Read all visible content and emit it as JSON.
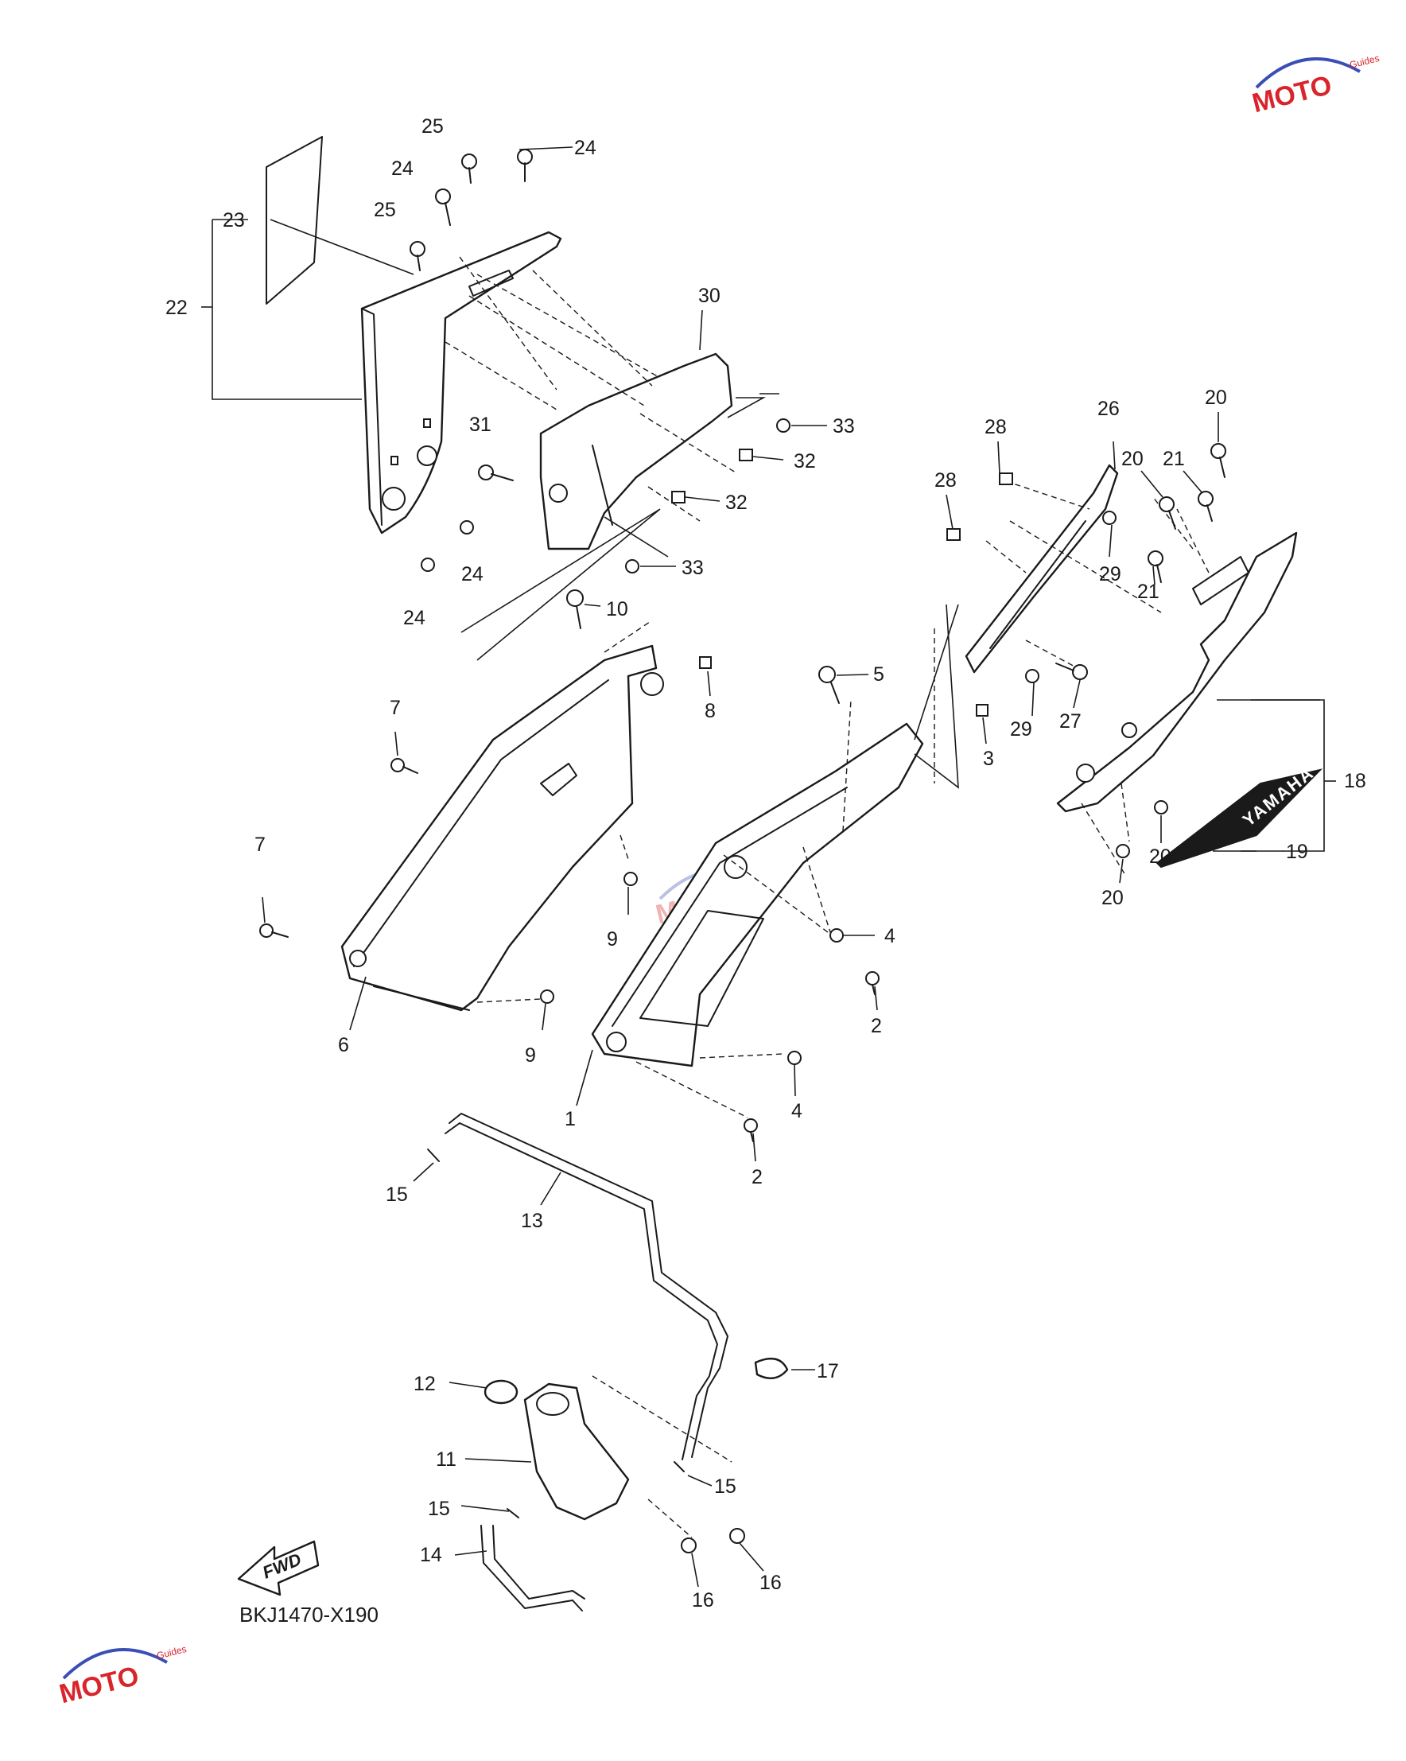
{
  "diagram_code": "BKJ1470-X190",
  "fwd_label": "FWD",
  "decal_text": "YAMAHA",
  "watermark": {
    "brand": "MOTO",
    "sub": "Guides",
    "color_red": "#d9242b",
    "color_blue": "#3a4fb5"
  },
  "callouts": {
    "c1": "1",
    "c2a": "2",
    "c2b": "2",
    "c3": "3",
    "c4a": "4",
    "c4b": "4",
    "c5": "5",
    "c6": "6",
    "c7a": "7",
    "c7b": "7",
    "c8": "8",
    "c9a": "9",
    "c9b": "9",
    "c10": "10",
    "c11": "11",
    "c12": "12",
    "c13": "13",
    "c14": "14",
    "c15a": "15",
    "c15b": "15",
    "c15c": "15",
    "c16a": "16",
    "c16b": "16",
    "c17": "17",
    "c18": "18",
    "c19": "19",
    "c20a": "20",
    "c20b": "20",
    "c20c": "20",
    "c20d": "20",
    "c21a": "21",
    "c21b": "21",
    "c22": "22",
    "c23": "23",
    "c24a": "24",
    "c24b": "24",
    "c24c": "24",
    "c24d": "24",
    "c25a": "25",
    "c25b": "25",
    "c26": "26",
    "c27": "27",
    "c28a": "28",
    "c28b": "28",
    "c29a": "29",
    "c29b": "29",
    "c30": "30",
    "c31": "31",
    "c32a": "32",
    "c32b": "32",
    "c33a": "33",
    "c33b": "33"
  }
}
